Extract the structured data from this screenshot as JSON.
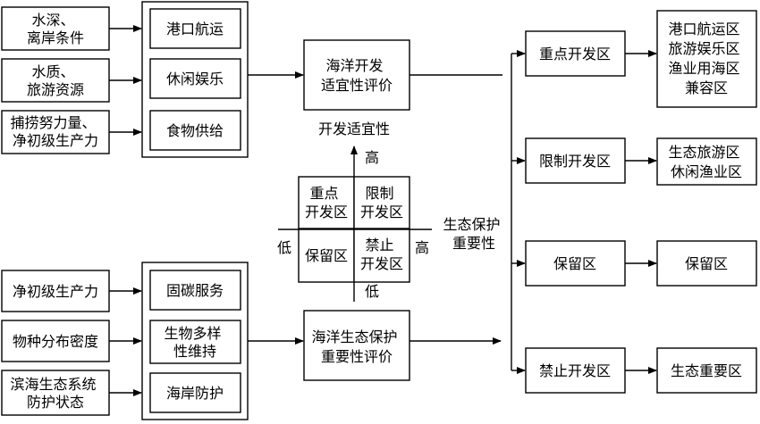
{
  "left_inputs": [
    [
      "水深、",
      "离岸条件"
    ],
    [
      "水质、",
      "旅游资源"
    ],
    [
      "捕捞努力量、",
      "净初级生产力"
    ],
    [
      "净初级生产力"
    ],
    [
      "物种分布密度"
    ],
    [
      "滨海生态系统",
      "防护状态"
    ]
  ],
  "top_services": [
    [
      "港口航运"
    ],
    [
      "休闲娱乐"
    ],
    [
      "食物供给"
    ]
  ],
  "bottom_services": [
    [
      "固碳服务"
    ],
    [
      "生物多样",
      "性维持"
    ],
    [
      "海岸防护"
    ]
  ],
  "dev_eval": [
    "海洋开发",
    "适宜性评价"
  ],
  "eco_eval": [
    "海洋生态保护",
    "重要性评价"
  ],
  "matrix": {
    "y_title": "开发适宜性",
    "x_title": [
      "生态保护",
      "重要性"
    ],
    "y_high": "高",
    "y_low": "低",
    "x_high": "高",
    "x_low": "低",
    "cells": {
      "top_left": [
        "重点",
        "开发区"
      ],
      "top_right": [
        "限制",
        "开发区"
      ],
      "bottom_left": [
        "保留区"
      ],
      "bottom_right": [
        "禁止",
        "开发区"
      ]
    }
  },
  "zones": [
    [
      "重点开发区"
    ],
    [
      "限制开发区"
    ],
    [
      "保留区"
    ],
    [
      "禁止开发区"
    ]
  ],
  "outcomes": [
    [
      "港口航运区",
      "旅游娱乐区",
      "渔业用海区",
      "兼容区"
    ],
    [
      "生态旅游区",
      "休闲渔业区"
    ],
    [
      "保留区"
    ],
    [
      "生态重要区"
    ]
  ]
}
